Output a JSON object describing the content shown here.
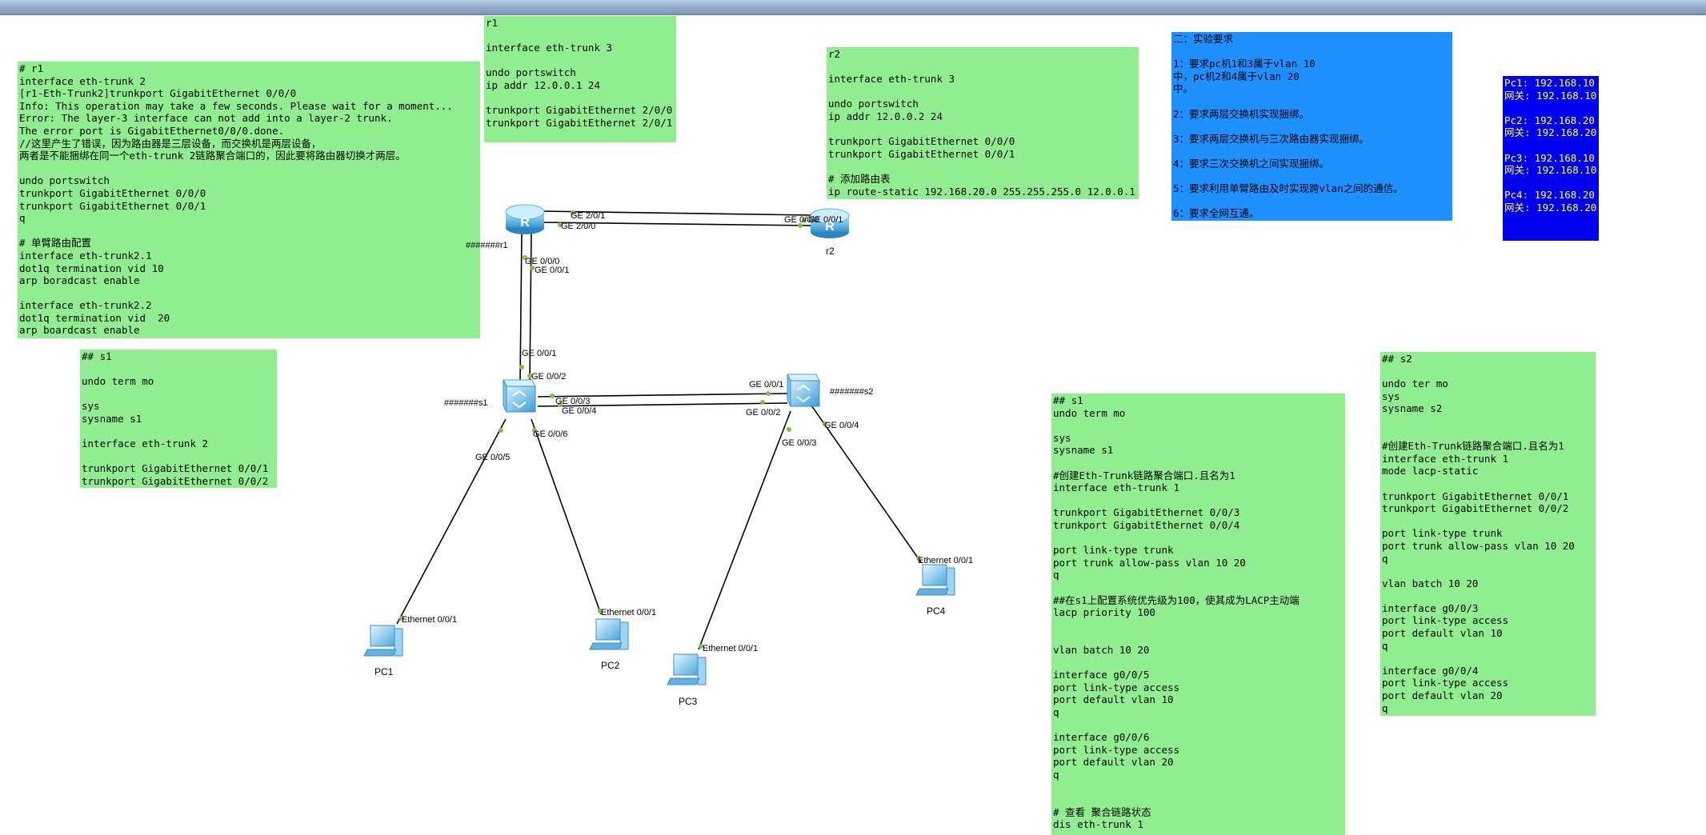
{
  "notes": {
    "r1_config": "# r1\ninterface eth-trunk 2\n[r1-Eth-Trunk2]trunkport GigabitEthernet 0/0/0\nInfo: This operation may take a few seconds. Please wait for a moment...\nError: The layer-3 interface can not add into a layer-2 trunk.\nThe error port is GigabitEthernet0/0/0.done.\n//这里产生了错误，因为路由器是三层设备，而交换机是两层设备，\n两者是不能捆绑在同一个eth-trunk 2链路聚合端口的，因此要将路由器切换才两层。\n\nundo portswitch\ntrunkport GigabitEthernet 0/0/0\ntrunkport GigabitEthernet 0/0/1\nq\n\n# 单臂路由配置\ninterface eth-trunk2.1\ndot1q termination vid 10\narp boradcast enable\n\ninterface eth-trunk2.2\ndot1q termination vid  20\narp boardcast enable",
    "r1_trunk3": "r1\n\ninterface eth-trunk 3\n\nundo portswitch\nip addr 12.0.0.1 24\n\ntrunkport GigabitEthernet 2/0/0\ntrunkport GigabitEthernet 2/0/1",
    "r2_config": "r2\n\ninterface eth-trunk 3\n\nundo portswitch\nip addr 12.0.0.2 24\n\ntrunkport GigabitEthernet 0/0/0\ntrunkport GigabitEthernet 0/0/1\n\n# 添加路由表\nip route-static 192.168.20.0 255.255.255.0 12.0.0.1",
    "requirements": "二：实验要求\n\n1：要求pc机1和3属于vlan 10\n中，pc机2和4属于vlan 20\n中。\n\n2：要求两层交换机实现捆绑。\n\n3：要求两层交换机与三次路由器实现捆绑。\n\n4：要求三次交换机之间实现捆绑。\n\n5：要求利用单臂路由及时实现跨vlan之间的通信。\n\n6：要求全网互通。",
    "pc_ips": "Pc1: 192.168.10\n网关: 192.168.10\n\nPc2: 192.168.20\n网关: 192.168.20\n\nPc3: 192.168.10\n网关: 192.168.10\n\nPc4: 192.168.20\n网关: 192.168.20",
    "s1_small": "## s1\n\nundo term mo\n\nsys\nsysname s1\n\ninterface eth-trunk 2\n\ntrunkport GigabitEthernet 0/0/1\ntrunkport GigabitEthernet 0/0/2",
    "s1_big": "## s1\nundo term mo\n\nsys\nsysname s1\n\n#创建Eth-Trunk链路聚合端口.且名为1\ninterface eth-trunk 1\n\ntrunkport GigabitEthernet 0/0/3\ntrunkport GigabitEthernet 0/0/4\n\nport link-type trunk\nport trunk allow-pass vlan 10 20\nq\n\n##在s1上配置系统优先级为100，使其成为LACP主动端\nlacp priority 100\n\n\nvlan batch 10 20\n\ninterface g0/0/5\nport link-type access\nport default vlan 10\nq\n\ninterface g0/0/6\nport link-type access\nport default vlan 20\nq\n\n\n# 查看 聚合链路状态\ndis eth-trunk 1",
    "s2_config": "## s2\n\nundo ter mo\nsys\nsysname s2\n\n\n#创建Eth-Trunk链路聚合端口.且名为1\ninterface eth-trunk 1\nmode lacp-static\n\ntrunkport GigabitEthernet 0/0/1\ntrunkport GigabitEthernet 0/0/2\n\nport link-type trunk\nport trunk allow-pass vlan 10 20\nq\n\nvlan batch 10 20\n\ninterface g0/0/3\nport link-type access\nport default vlan 10\nq\n\ninterface g0/0/4\nport link-type access\nport default vlan 20\nq"
  },
  "devices": {
    "r1": {
      "name": "r1",
      "tag": "#######r1",
      "icon": "router-icon"
    },
    "r2": {
      "name": "r2",
      "icon": "router-icon"
    },
    "s1": {
      "tag": "#######s1",
      "icon": "switch-icon"
    },
    "s2": {
      "tag": "#######s2",
      "icon": "switch-icon"
    },
    "pc1": {
      "name": "PC1",
      "icon": "pc-icon"
    },
    "pc2": {
      "name": "PC2",
      "icon": "pc-icon"
    },
    "pc3": {
      "name": "PC3",
      "icon": "pc-icon"
    },
    "pc4": {
      "name": "PC4",
      "icon": "pc-icon"
    }
  },
  "ports": {
    "r1_ge201": "GE 2/0/1",
    "r1_ge200": "GE 2/0/0",
    "r2_ge000": "GE 0/0/0",
    "r2_ge001": "GE 0/0/1",
    "r1_ge000": "GE 0/0/0",
    "r1_ge001": "GE 0/0/1",
    "s1_ge001": "GE 0/0/1",
    "s1_ge002": "GE 0/0/2",
    "s1_ge003": "GE 0/0/3",
    "s1_ge004": "GE 0/0/4",
    "s1_ge005": "GE 0/0/5",
    "s1_ge006": "GE 0/0/6",
    "s2_ge001": "GE 0/0/1",
    "s2_ge002": "GE 0/0/2",
    "s2_ge003": "GE 0/0/3",
    "s2_ge004": "GE 0/0/4",
    "pc1_eth": "Ethernet 0/0/1",
    "pc2_eth": "Ethernet 0/0/1",
    "pc3_eth": "Ethernet 0/0/1",
    "pc4_eth": "Ethernet 0/0/1"
  },
  "colors": {
    "note_green": "#90ee90",
    "note_blue": "#1e90ff",
    "note_navy": "#0000ee",
    "port_dot": "#7cc242",
    "device_blue": "#3aa0d8"
  }
}
